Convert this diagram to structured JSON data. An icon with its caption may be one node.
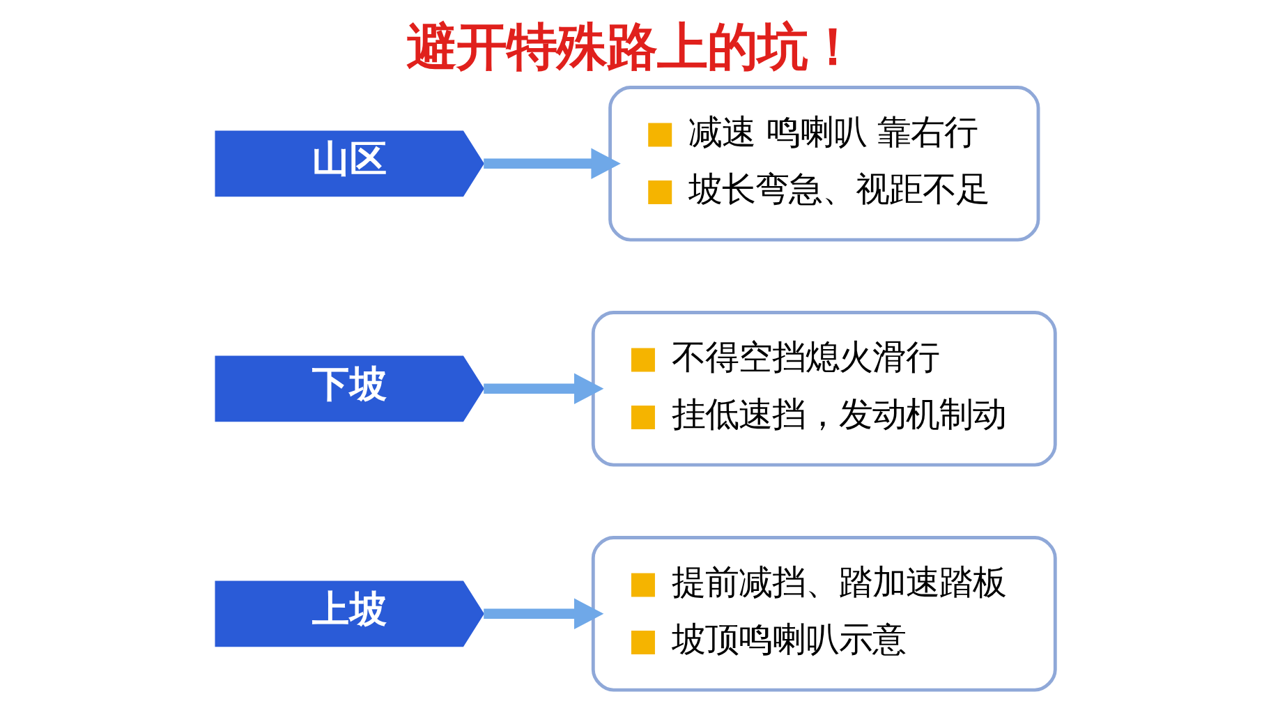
{
  "diagram": {
    "title": "避开特殊路上的坑！",
    "nodes": [
      {
        "text": [
          "上坡"
        ]
      },
      {
        "text": [
          "提前减挡、踏加速踏板",
          "坡顶鸣喇叭示意"
        ]
      },
      {
        "text": [
          "下坡"
        ]
      },
      {
        "text": [
          "不得空挡熄火滑行",
          "挂低速挡，发动机制动"
        ]
      },
      {
        "text": [
          "山区"
        ]
      },
      {
        "text": [
          "减速 鸣喇叭 靠右行",
          "坡长弯急、视距不足"
        ]
      }
    ],
    "edges": [
      {
        "from": 0,
        "to": 1,
        "arrow": "to"
      },
      {
        "from": 2,
        "to": 3,
        "arrow": "to"
      },
      {
        "from": 4,
        "to": 5,
        "arrow": "to"
      }
    ]
  }
}
